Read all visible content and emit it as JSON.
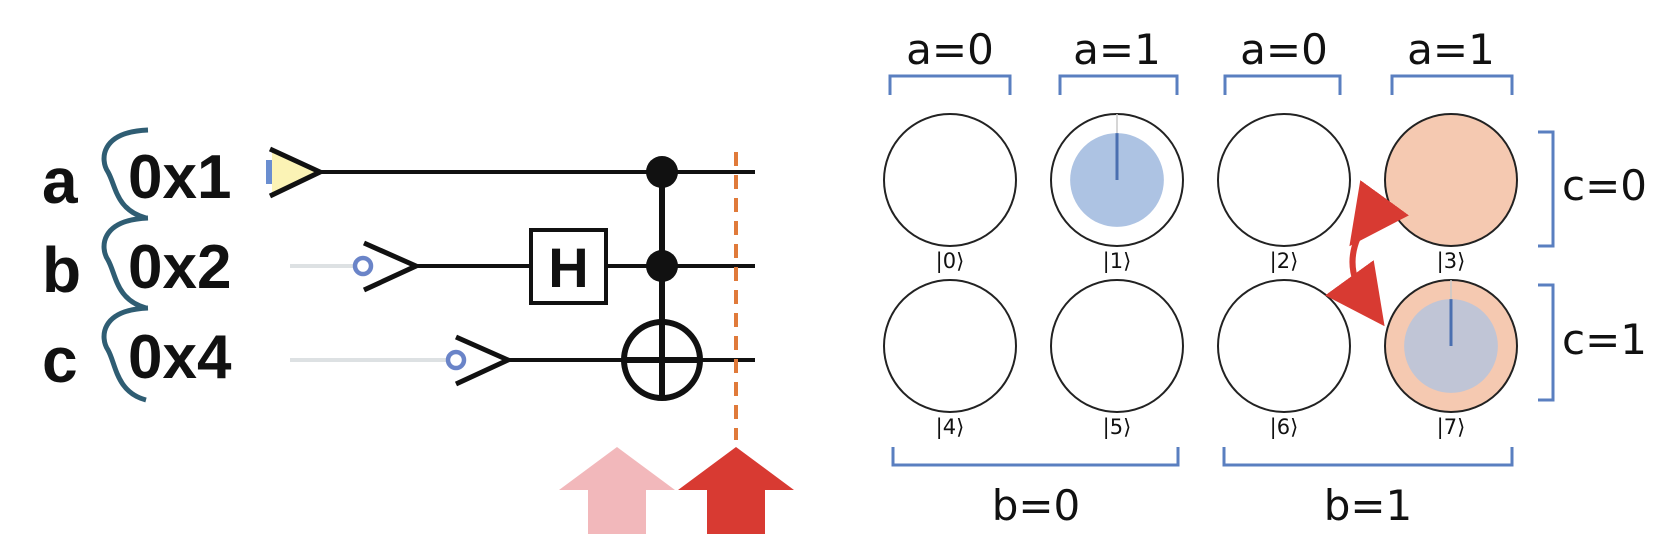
{
  "circuit": {
    "qubits": [
      {
        "name": "a",
        "mask": "0x1"
      },
      {
        "name": "b",
        "mask": "0x2"
      },
      {
        "name": "c",
        "mask": "0x4"
      }
    ],
    "gates": {
      "hadamard": "H",
      "controlled": [
        "a",
        "b"
      ],
      "target": "c"
    },
    "markers": {
      "previous_step_color": "#f2b8bb",
      "current_step_color": "#d83a32",
      "dashed_line_color": "#e07a3a"
    }
  },
  "state_grid": {
    "column_labels": [
      "a=0",
      "a=1",
      "a=0",
      "a=1"
    ],
    "row_labels": [
      "c=0",
      "c=1"
    ],
    "bottom_labels": [
      "b=0",
      "b=1"
    ],
    "kets": [
      "|0⟩",
      "|1⟩",
      "|2⟩",
      "|3⟩",
      "|4⟩",
      "|5⟩",
      "|6⟩",
      "|7⟩"
    ],
    "amplitudes": [
      {
        "state": 0,
        "fill_fraction": 0,
        "highlight": false
      },
      {
        "state": 1,
        "fill_fraction": 0.71,
        "highlight": false
      },
      {
        "state": 2,
        "fill_fraction": 0,
        "highlight": false
      },
      {
        "state": 3,
        "fill_fraction": 0,
        "highlight": true
      },
      {
        "state": 4,
        "fill_fraction": 0,
        "highlight": false
      },
      {
        "state": 5,
        "fill_fraction": 0,
        "highlight": false
      },
      {
        "state": 6,
        "fill_fraction": 0,
        "highlight": false
      },
      {
        "state": 7,
        "fill_fraction": 0.71,
        "highlight": true
      }
    ],
    "colors": {
      "bracket": "#5a7fc0",
      "amplitude_fill": "#adc3e3",
      "phase_line": "#4a6fb0",
      "highlight_fill": "#f5c9b1",
      "swap_arrow": "#d83a32"
    }
  }
}
